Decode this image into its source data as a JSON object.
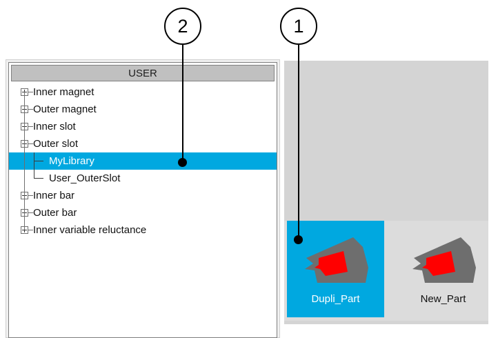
{
  "callouts": [
    {
      "number": "2",
      "target": "tree-selected-item"
    },
    {
      "number": "1",
      "target": "selected-thumbnail"
    }
  ],
  "tree_panel": {
    "header": "USER",
    "items": [
      {
        "label": "Inner magnet",
        "level": 1,
        "expander": "plus",
        "selected": false
      },
      {
        "label": "Outer magnet",
        "level": 1,
        "expander": "plus",
        "selected": false
      },
      {
        "label": "Inner slot",
        "level": 1,
        "expander": "plus",
        "selected": false
      },
      {
        "label": "Outer slot",
        "level": 1,
        "expander": "minus",
        "selected": false
      },
      {
        "label": "MyLibrary",
        "level": 2,
        "expander": "none",
        "selected": true
      },
      {
        "label": "User_OuterSlot",
        "level": 2,
        "expander": "none",
        "selected": false
      },
      {
        "label": "Inner bar",
        "level": 1,
        "expander": "plus",
        "selected": false
      },
      {
        "label": "Outer bar",
        "level": 1,
        "expander": "plus",
        "selected": false
      },
      {
        "label": "Inner variable reluctance",
        "level": 1,
        "expander": "plus",
        "selected": false
      }
    ]
  },
  "viewer_panel": {
    "thumbnails": [
      {
        "label": "Dupli_Part",
        "selected": true
      },
      {
        "label": "New_Part",
        "selected": false
      }
    ]
  },
  "colors": {
    "selection_blue": "#00a8e0",
    "panel_gray": "#d4d4d4",
    "strip_gray": "#dcdcdc",
    "header_gray": "#c0c0c0",
    "part_body": "#6e6e6e",
    "part_magnet": "#ff0000"
  }
}
